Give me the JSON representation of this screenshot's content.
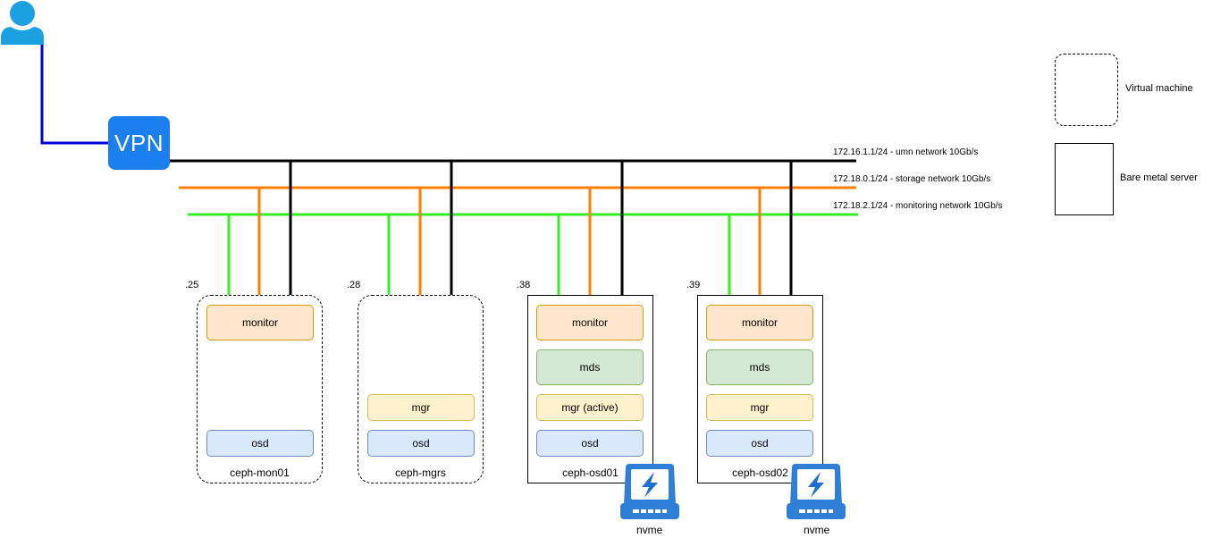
{
  "user": {
    "icon": "user-icon"
  },
  "vpn": {
    "label": "VPN",
    "color": "#1b7ff0"
  },
  "networks": [
    {
      "label": "172.16.1.1/24 - umn network 10Gb/s",
      "color": "#000000"
    },
    {
      "label": "172.18.0.1/24 - storage network 10Gb/s",
      "color": "#ff8000"
    },
    {
      "label": "172.18.2.1/24 - monitoring network 10Gb/s",
      "color": "#33ee22"
    }
  ],
  "servers": [
    {
      "ip": ".25",
      "name": "ceph-mon01",
      "type": "Virtual machine",
      "services": [
        {
          "label": "monitor",
          "kind": "monitor"
        },
        {
          "label": "osd",
          "kind": "osd"
        }
      ]
    },
    {
      "ip": ".28",
      "name": "ceph-mgrs",
      "type": "Virtual machine",
      "services": [
        {
          "label": "mgr",
          "kind": "mgr"
        },
        {
          "label": "osd",
          "kind": "osd"
        }
      ]
    },
    {
      "ip": ".38",
      "name": "ceph-osd01",
      "type": "Bare metal server",
      "services": [
        {
          "label": "monitor",
          "kind": "monitor"
        },
        {
          "label": "mds",
          "kind": "mds"
        },
        {
          "label": "mgr (active)",
          "kind": "mgr"
        },
        {
          "label": "osd",
          "kind": "osd"
        }
      ]
    },
    {
      "ip": ".39",
      "name": "ceph-osd02",
      "type": "Bare metal server",
      "services": [
        {
          "label": "monitor",
          "kind": "monitor"
        },
        {
          "label": "mds",
          "kind": "mds"
        },
        {
          "label": "mgr",
          "kind": "mgr"
        },
        {
          "label": "osd",
          "kind": "osd"
        }
      ]
    }
  ],
  "nvme": [
    {
      "label": "nvme",
      "icon": "ssd-bolt-icon"
    },
    {
      "label": "nvme",
      "icon": "ssd-bolt-icon"
    }
  ],
  "legend": [
    {
      "label": "Virtual machine"
    },
    {
      "label": "Bare metal server"
    }
  ],
  "colors": {
    "monitor": "#ffe6cc",
    "mds": "#d5e8d4",
    "mgr": "#fff2cc",
    "osd": "#dae8fc",
    "user_icon": "#1ba1e2",
    "vpn_link": "#0000dd"
  }
}
